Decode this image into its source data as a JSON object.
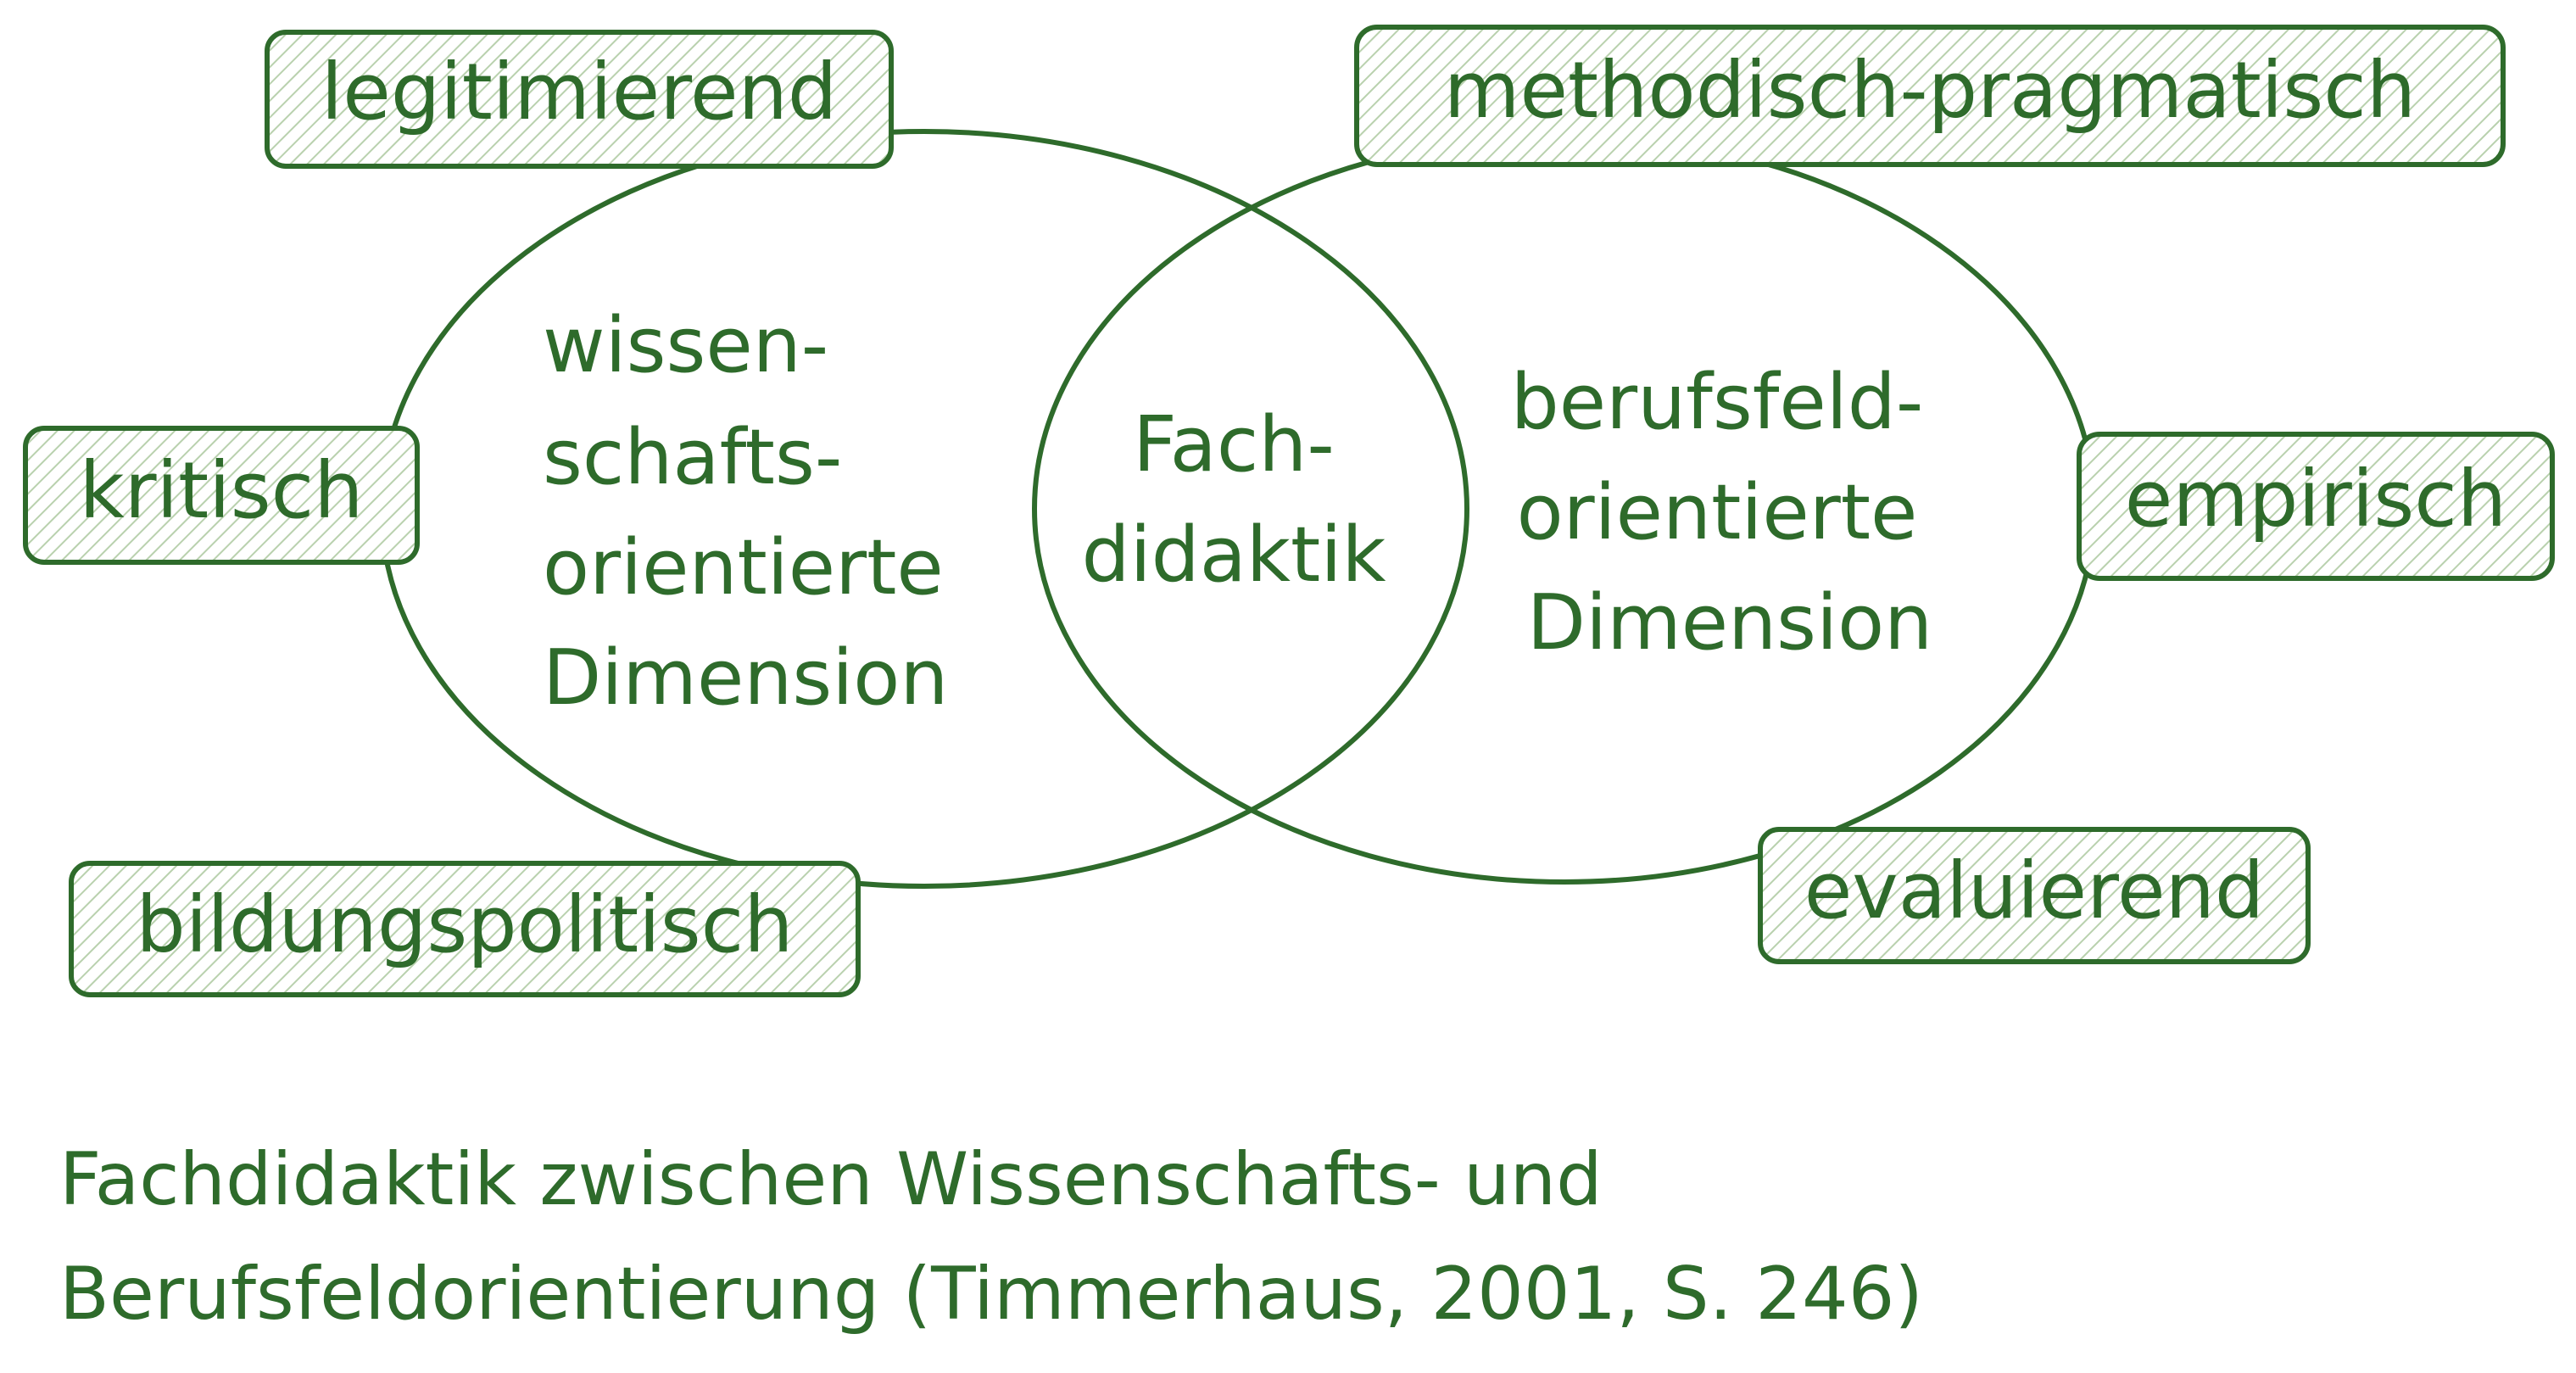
{
  "colors": {
    "ink": "#2e6b2b",
    "hatch_fill": "#cfe0c6",
    "background": "#ffffff"
  },
  "left_circle": {
    "lines": [
      "wissen-",
      "schafts-",
      "orientierte",
      "Dimension"
    ]
  },
  "center": {
    "lines": [
      "Fach-",
      "didaktik"
    ]
  },
  "right_circle": {
    "lines": [
      "berufsfeld-",
      "orientierte",
      "Dimension"
    ]
  },
  "tags": {
    "legitimierend": "legitimierend",
    "kritisch": "kritisch",
    "bildungspolitisch": "bildungspolitisch",
    "methodisch_pragmatisch": "methodisch-pragmatisch",
    "empirisch": "empirisch",
    "evaluierend": "evaluierend"
  },
  "caption": {
    "line1": "Fachdidaktik zwischen Wissenschafts- und",
    "line2": "Berufsfeldorientierung (Timmerhaus, 2001, S. 246)"
  }
}
